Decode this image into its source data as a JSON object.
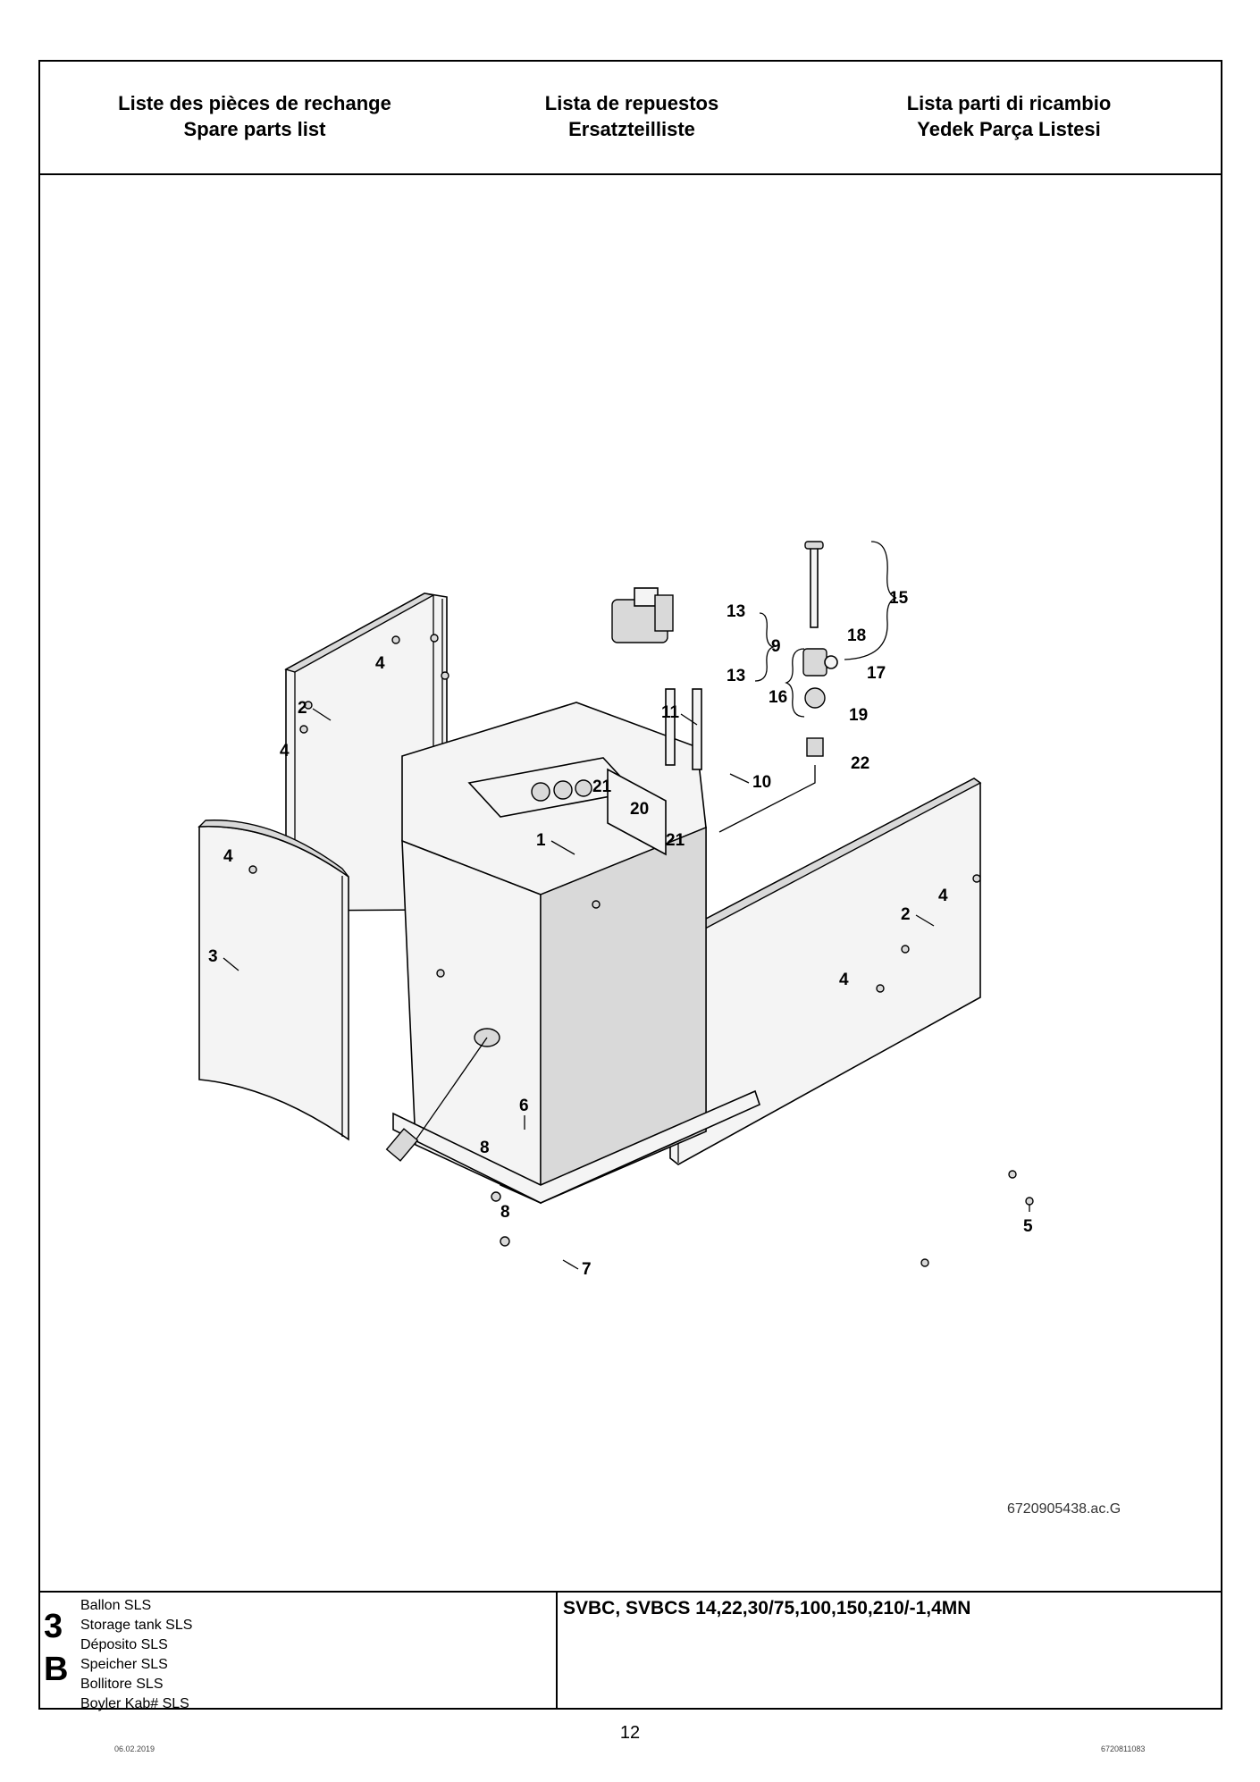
{
  "header": {
    "col1_line1": "Liste des pièces de rechange",
    "col1_line2": "Spare parts list",
    "col2_line1": "Lista de repuestos",
    "col2_line2": "Ersatzteilliste",
    "col3_line1": "Lista parti di ricambio",
    "col3_line2": "Yedek Parça Listesi"
  },
  "drawing": {
    "reference": "6720905438.ac.G",
    "callouts": [
      "1",
      "2",
      "2",
      "3",
      "4",
      "4",
      "4",
      "4",
      "4",
      "5",
      "6",
      "7",
      "8",
      "8",
      "9",
      "10",
      "11",
      "13",
      "13",
      "15",
      "16",
      "17",
      "18",
      "19",
      "20",
      "21",
      "21",
      "22"
    ]
  },
  "footer": {
    "section_number": "3",
    "section_letter": "B",
    "titles": [
      "Ballon SLS",
      "Storage tank SLS",
      "Déposito SLS",
      "Speicher SLS",
      "Bollitore SLS",
      "Boyler Kab# SLS"
    ],
    "model": "SVBC, SVBCS 14,22,30/75,100,150,210/-1,4MN"
  },
  "page": {
    "number": "12",
    "date": "06.02.2019",
    "doc_code": "6720811083"
  }
}
